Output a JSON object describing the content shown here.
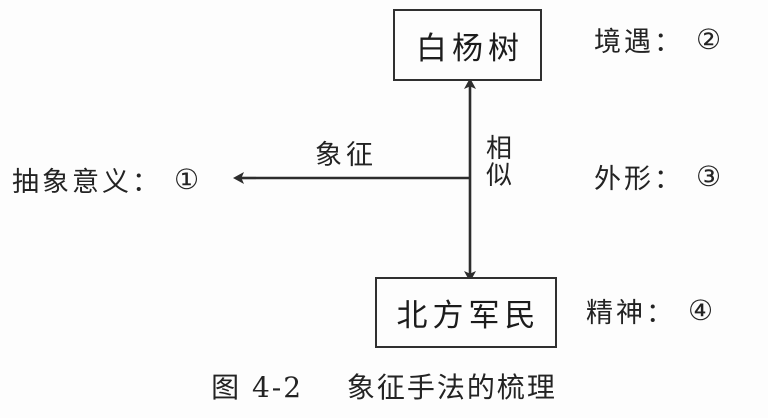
{
  "diagram": {
    "nodes": {
      "top_box": "白杨树",
      "bottom_box": "北方军民",
      "left_target": "抽象意义：",
      "left_target_mark": "①"
    },
    "edges": {
      "horizontal_label": "象征",
      "vertical_label": "相似"
    },
    "side_labels": [
      {
        "text": "境遇：",
        "mark": "②"
      },
      {
        "text": "外形：",
        "mark": "③"
      },
      {
        "text": "精神：",
        "mark": "④"
      }
    ]
  },
  "caption": {
    "figure_number": "图 4-2",
    "title": "象征手法的梳理"
  },
  "colors": {
    "ink": "#232323",
    "line": "#303030",
    "background": "#fdfdfd"
  }
}
